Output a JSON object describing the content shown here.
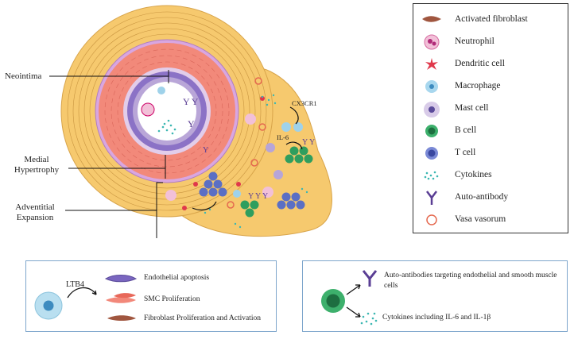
{
  "labels": {
    "neointima": "Neointima",
    "medial": "Medial\nHypertrophy",
    "adventitial": "Adventitial\nExpansion",
    "cx3cr1": "CX3CR1",
    "il6": "IL-6"
  },
  "legend": [
    {
      "icon": "activated-fibroblast-icon",
      "label": "Activated fibroblast"
    },
    {
      "icon": "neutrophil-icon",
      "label": "Neutrophil"
    },
    {
      "icon": "dendritic-cell-icon",
      "label": "Dendritic cell"
    },
    {
      "icon": "macrophage-icon",
      "label": "Macrophage"
    },
    {
      "icon": "mast-cell-icon",
      "label": "Mast cell"
    },
    {
      "icon": "b-cell-icon",
      "label": "B cell"
    },
    {
      "icon": "t-cell-icon",
      "label": "T cell"
    },
    {
      "icon": "cytokines-icon",
      "label": "Cytokines"
    },
    {
      "icon": "auto-antibody-icon",
      "label": "Auto-antibody"
    },
    {
      "icon": "vasa-vasorum-icon",
      "label": "Vasa vasorum"
    }
  ],
  "box_left": {
    "ltb4": "LTB4",
    "items": [
      "Endothelial apoptosis",
      "SMC Proliferation",
      "Fibroblast Proliferation and Activation"
    ]
  },
  "box_right": {
    "items": [
      "Auto-antibodies targeting endothelial and smooth muscle cells",
      "Cytokines including IL-6 and IL-1β"
    ]
  },
  "colors": {
    "adventitia": "#f6c96e",
    "media": "#f2897a",
    "intima": "#b9a6d8",
    "tcell": "#5b6fc4",
    "bcell": "#2f9e5e",
    "legend_border": "#333333",
    "box_border": "#7ea6cc"
  }
}
